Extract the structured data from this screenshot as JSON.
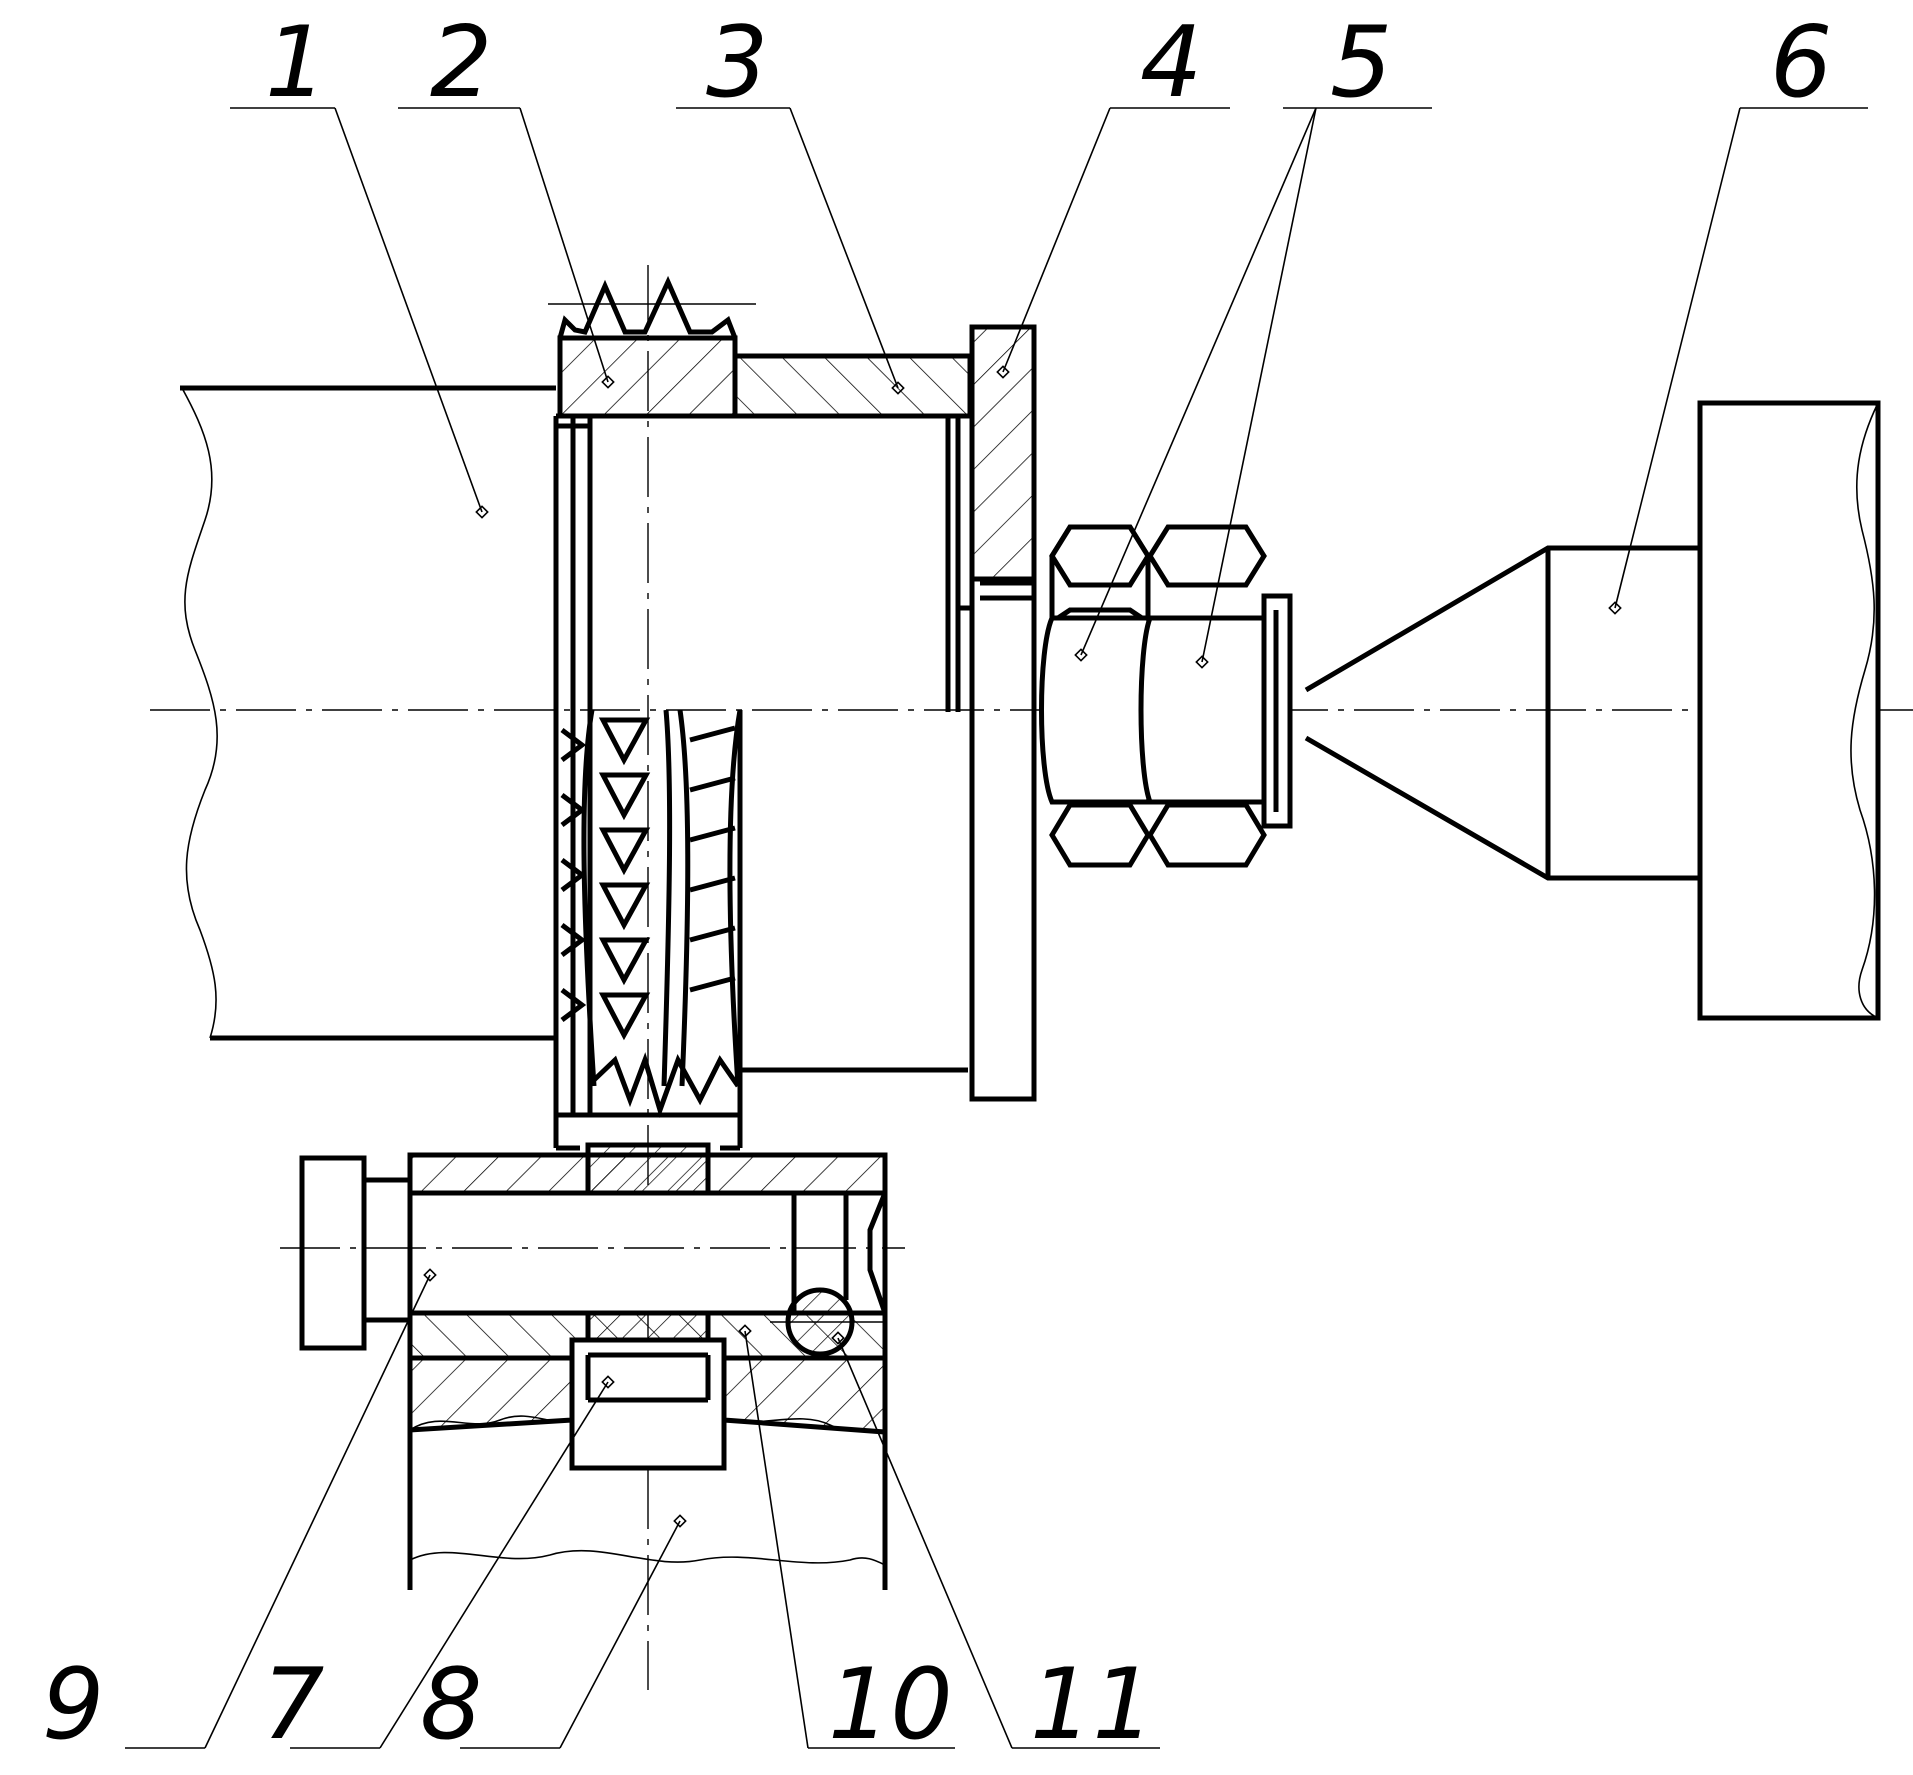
{
  "drawing": {
    "callouts": [
      {
        "id": "1",
        "label": "1"
      },
      {
        "id": "2",
        "label": "2"
      },
      {
        "id": "3",
        "label": "3"
      },
      {
        "id": "4",
        "label": "4"
      },
      {
        "id": "5",
        "label": "5"
      },
      {
        "id": "6",
        "label": "6"
      },
      {
        "id": "7",
        "label": "7"
      },
      {
        "id": "8",
        "label": "8"
      },
      {
        "id": "9",
        "label": "9"
      },
      {
        "id": "10",
        "label": "10"
      },
      {
        "id": "11",
        "label": "11"
      }
    ]
  }
}
